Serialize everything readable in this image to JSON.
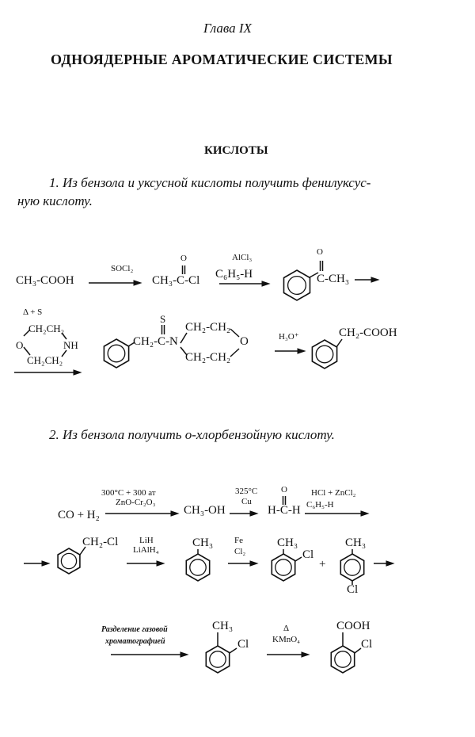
{
  "header": {
    "chapter": "Глава IX",
    "title": "ОДНОЯДЕРНЫЕ АРОМАТИЧЕСКИЕ СИСТЕМЫ",
    "section": "КИСЛОТЫ"
  },
  "problem1": {
    "line1": "1. Из бензола и уксусной кислоты получить фенилуксус-",
    "line2": "ную кислоту.",
    "scheme": {
      "acetic_acid": "CH₃-COOH",
      "reagent1": "SOCl₂",
      "acetyl_chloride": "CH₃-C-Cl",
      "oxygen": "O",
      "reagent2a": "AlCl₃",
      "reagent2b": "C₆H₅-H",
      "acetophenone_sub": "C-CH₃",
      "reagent3a": "Δ + S",
      "morpholine_top": "CH₂CH₂",
      "morpholine_o": "O",
      "morpholine_nh": "NH",
      "morpholine_bottom": "CH₂CH₂",
      "thioamide_chain": "CH₂-C-N",
      "sulfur": "S",
      "thioamide_top": "CH₂-CH₂",
      "thioamide_bottom": "CH₂-CH₂",
      "thioamide_o": "O",
      "reagent4": "H₃O⁺",
      "product": "CH₂-COOH"
    }
  },
  "problem2": {
    "line1": "2. Из бензола получить о-хлорбензойную кислоту.",
    "scheme": {
      "start": "CO + H₂",
      "cond1a": "300°C + 300 ат",
      "cond1b": "ZnO-Cr₂O₃",
      "methanol": "CH₃-OH",
      "cond2a": "325°C",
      "cond2b": "Cu",
      "formaldehyde": "H-C-H",
      "oxygen": "O",
      "cond3a": "HCl + ZnCl₂",
      "cond3b": "C₆H₅-H",
      "benzyl_sub": "CH₂-Cl",
      "cond4a": "LiH",
      "cond4b": "LiAlH₄",
      "toluene_sub": "CH₃",
      "cond5a": "Fe",
      "cond5b": "Cl₂",
      "ortho_ch3": "CH₃",
      "ortho_cl": "Cl",
      "plus": "+",
      "para_ch3": "CH₃",
      "para_cl": "Cl",
      "cond6a": "Разделение газовой",
      "cond6b": "хроматографией",
      "sep_ch3": "CH₃",
      "sep_cl": "Cl",
      "cond7a": "Δ",
      "cond7b": "KMnO₄",
      "final_cooh": "COOH",
      "final_cl": "Cl"
    }
  }
}
